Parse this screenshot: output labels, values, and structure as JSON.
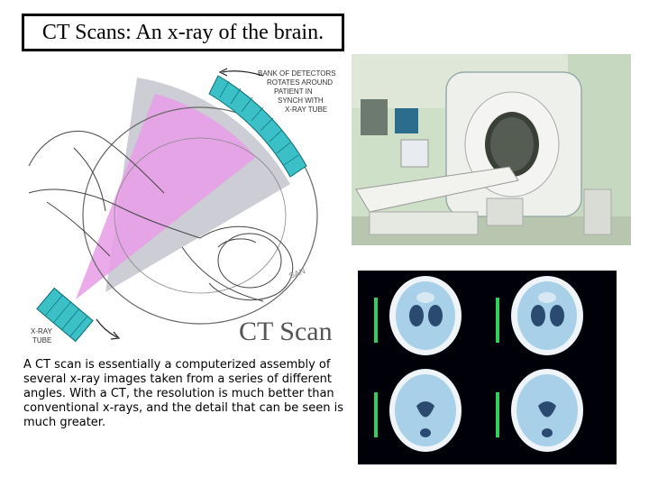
{
  "slide": {
    "title": "CT Scans:  An x-ray of the brain.",
    "diagram": {
      "detector_label_lines": [
        "BANK OF DETECTORS",
        "ROTATES AROUND",
        "PATIENT IN",
        "SYNCH WITH",
        "X-RAY TUBE"
      ],
      "tube_label_lines": [
        "X-RAY",
        "TUBE"
      ],
      "caption": "CT Scan",
      "watermark": "SAN"
    },
    "description": "A CT scan is essentially a computerized assembly of several x-ray images taken from a series of different angles. With a CT, the resolution is much better than conventional x-rays, and the detail that can be seen is much greater."
  },
  "colors": {
    "beam": "#e89ce8",
    "detector_fan": "#c8c8d0",
    "detector_bank": "#3cc0c8",
    "scan_bg": "#000008",
    "scan_tissue": "#a8d0e8"
  }
}
